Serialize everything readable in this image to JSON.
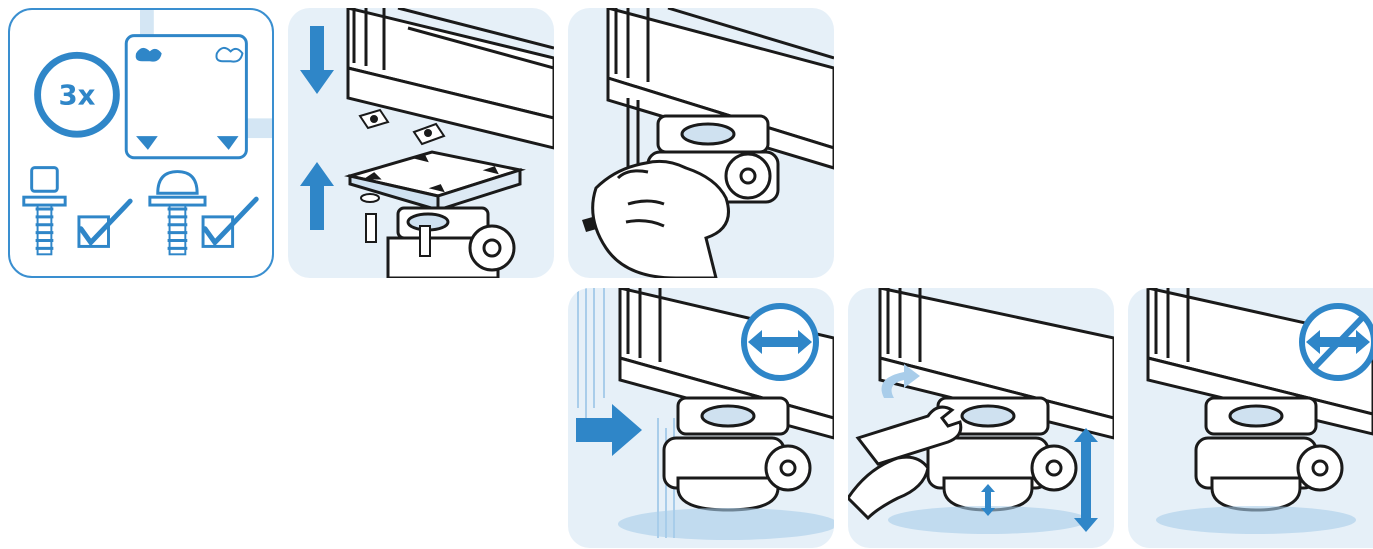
{
  "steps": [
    {
      "id": "quantity-and-parts",
      "quantity_label": "3x"
    },
    {
      "id": "attach-mounting-plate"
    },
    {
      "id": "tighten-screws-hex-key"
    },
    {
      "id": "push-frame-sideways"
    },
    {
      "id": "adjust-leveling-wrench"
    },
    {
      "id": "no-sideways-movement"
    }
  ],
  "colors": {
    "accent": "#2f86c8",
    "panel_bg": "#e6f0f8",
    "light_accent": "#a9cdea",
    "line": "#1a1a1a"
  },
  "icons": [
    "arrow-down-icon",
    "arrow-up-icon",
    "check-icon",
    "double-arrow-icon",
    "prohibited-icon",
    "rotate-arrow-icon",
    "push-arrow-icon",
    "vertical-double-arrow-icon"
  ]
}
